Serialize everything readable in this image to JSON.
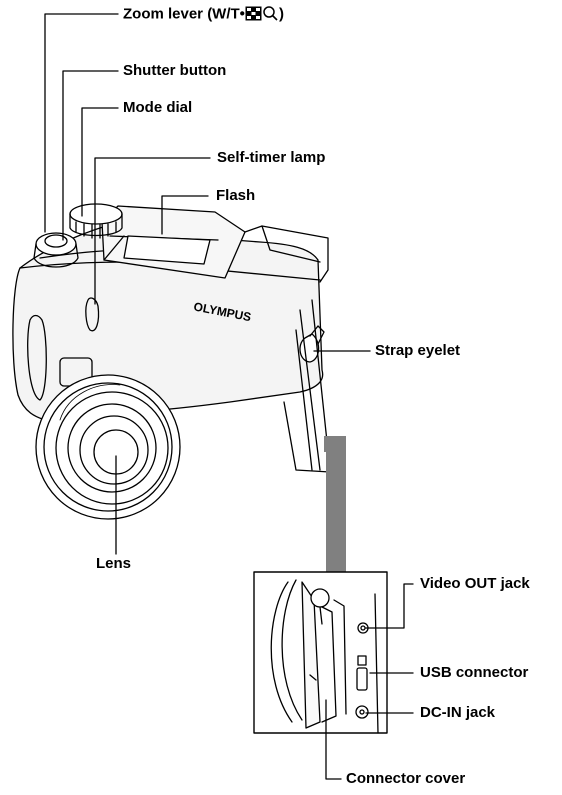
{
  "labels": {
    "zoom_lever_prefix": "Zoom lever (W/T•",
    "zoom_lever_suffix": ")",
    "shutter_button": "Shutter button",
    "mode_dial": "Mode dial",
    "self_timer_lamp": "Self-timer lamp",
    "flash": "Flash",
    "strap_eyelet": "Strap eyelet",
    "lens": "Lens",
    "video_out_jack": "Video OUT jack",
    "usb_connector": "USB connector",
    "dc_in_jack": "DC-IN jack",
    "connector_cover": "Connector cover",
    "brand": "OLYMPUS"
  },
  "icons": {
    "zoom_index": "index-grid-icon",
    "zoom_magnify": "magnifier-icon",
    "pointer_arrow": "down-arrow-icon"
  },
  "colors": {
    "line": "#000000",
    "arrow": "#808080",
    "body_fill": "#f4f4f4"
  }
}
